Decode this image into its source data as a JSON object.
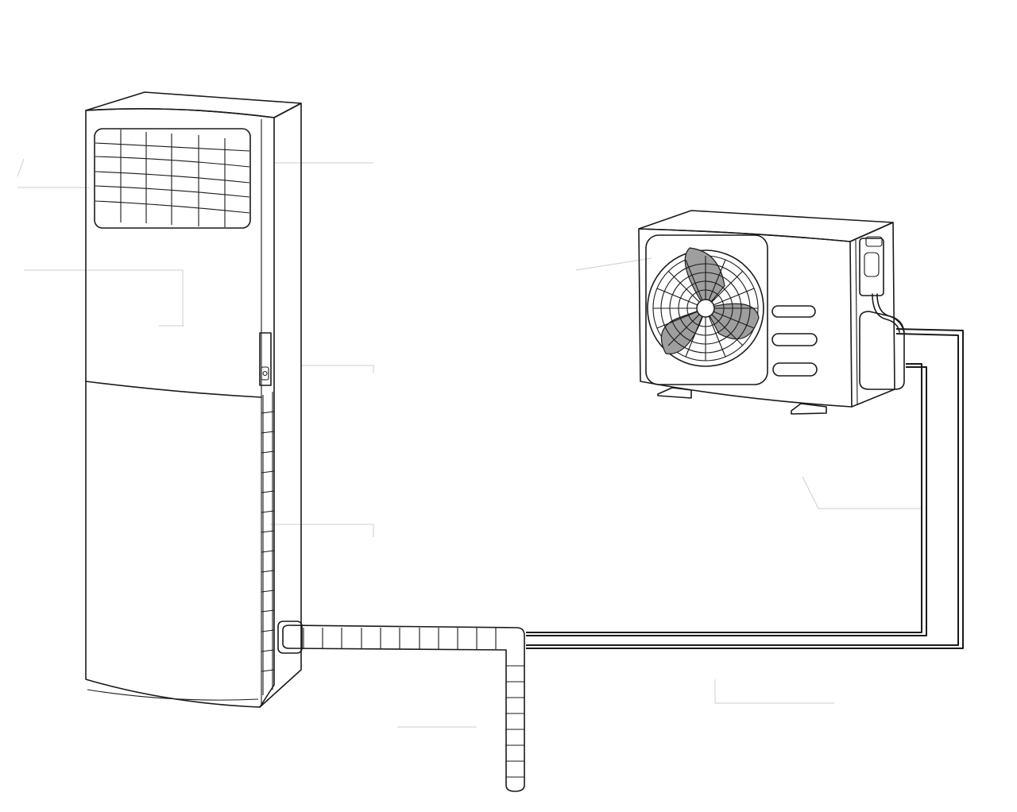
{
  "diagram": {
    "kind": "split-system-air-conditioner-installation",
    "components": [
      {
        "id": "indoor-unit",
        "icon": "floor-standing-indoor-unit"
      },
      {
        "id": "outdoor-unit",
        "icon": "outdoor-condenser-unit"
      },
      {
        "id": "refrigerant-pipes",
        "icon": "pipe-pair"
      },
      {
        "id": "drain-hose",
        "icon": "corrugated-drain-hose"
      }
    ],
    "colors": {
      "line": "#1a1a1a",
      "fan_blade": "#9e9e9e",
      "background": "#ffffff"
    }
  }
}
